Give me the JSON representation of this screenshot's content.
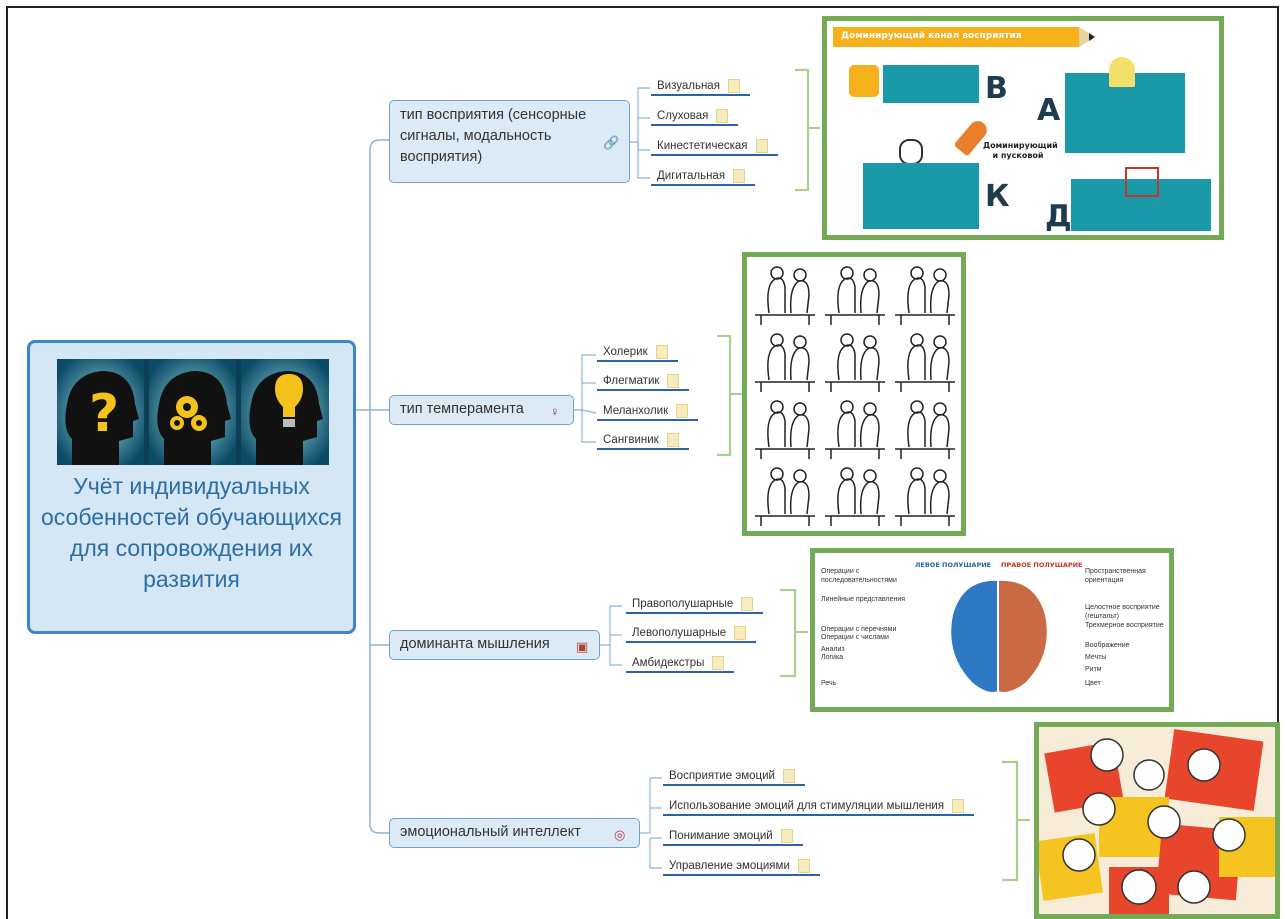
{
  "central_title": "Учёт индивидуальных особенностей обучающихся для сопровождения их развития",
  "branches": [
    {
      "label": "тип восприятия (сенсорные сигналы, модальность восприятия)",
      "icon": "link-icon",
      "subs": [
        "Визуальная",
        "Слуховая",
        "Кинестетическая",
        "Дигитальная"
      ]
    },
    {
      "label": "тип темперамента",
      "icon": "temperament-icon",
      "subs": [
        "Холерик",
        "Флегматик",
        "Меланхолик",
        "Сангвиник"
      ]
    },
    {
      "label": "доминанта мышления",
      "icon": "brain-slide-icon",
      "subs": [
        "Правополушарные",
        "Левополушарные",
        "Амбидекстры"
      ]
    },
    {
      "label": "эмоциональный интеллект",
      "icon": "emotion-icon",
      "subs": [
        "Восприятие эмоций",
        "Использование эмоций для стимуляции мышления",
        "Понимание эмоций",
        "Управление эмоциями"
      ]
    }
  ],
  "perception_image": {
    "banner": "Доминирующий канал восприятия",
    "letter_v": "В",
    "letter_a": "А",
    "letter_k": "К",
    "letter_d": "Д",
    "center_label": "Доминирующий и пусковой"
  },
  "brain_image": {
    "left_title": "ЛЕВОЕ ПОЛУШАРИЕ",
    "right_title": "ПРАВОЕ ПОЛУШАРИЕ",
    "left_items": [
      "Операции с последовательностями",
      "Линейные представления",
      "Операции с перечнями",
      "Операции с числами",
      "Анализ",
      "Логика",
      "Речь"
    ],
    "right_items": [
      "Пространственная ориентация",
      "Целостное восприятие (гештальт)",
      "Трехмерное восприятие",
      "Воображение",
      "Мечты",
      "Ритм",
      "Цвет"
    ]
  },
  "colors": {
    "branch_border": "#6ea0cc",
    "central_border": "#3d86c8",
    "image_frame": "#74a955",
    "underline": "#2b62a8"
  }
}
